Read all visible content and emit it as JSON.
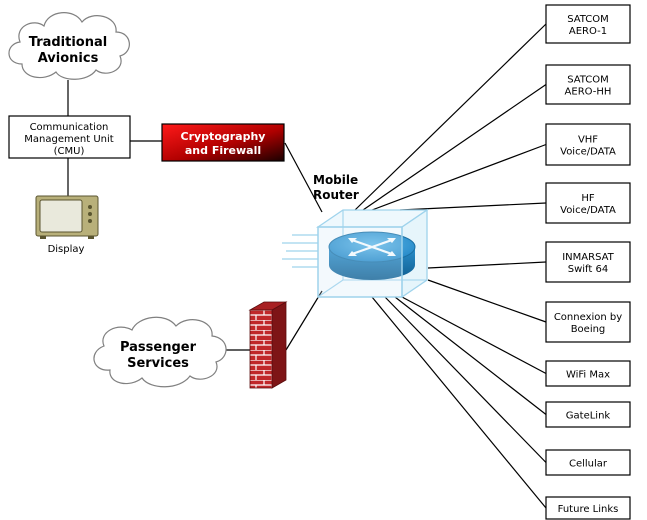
{
  "nodes": {
    "traditional_avionics": [
      "Traditional",
      "Avionics"
    ],
    "cmu": [
      "Communication",
      "Management Unit",
      "(CMU)"
    ],
    "display": "Display",
    "crypto": [
      "Cryptography",
      "and Firewall"
    ],
    "mobile_router": [
      "Mobile",
      "Router"
    ],
    "passenger_services": [
      "Passenger",
      "Services"
    ]
  },
  "links": [
    [
      "SATCOM",
      "AERO-1"
    ],
    [
      "SATCOM",
      "AERO-HH"
    ],
    [
      "VHF",
      "Voice/DATA"
    ],
    [
      "HF",
      "Voice/DATA"
    ],
    [
      "INMARSAT",
      "Swift 64"
    ],
    [
      "Connexion by",
      "Boeing"
    ],
    [
      "WiFi Max"
    ],
    [
      "GateLink"
    ],
    [
      "Cellular"
    ],
    [
      "Future Links"
    ]
  ],
  "colors": {
    "crypto_gradient": [
      "#e00000",
      "#200000"
    ],
    "router_body": "#1f7fb8",
    "router_top": "#3aa0d8",
    "cube_edge": "#9fd3ec",
    "brick": "#c0282a"
  },
  "icons": {
    "router": "router-icon",
    "firewall": "brick-wall-icon",
    "display": "crt-monitor-icon",
    "cloud": "cloud-icon"
  }
}
